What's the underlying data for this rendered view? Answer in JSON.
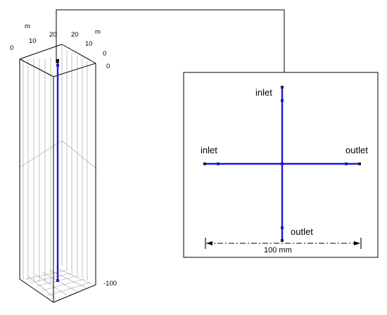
{
  "axes_3d": {
    "unit_x": "m",
    "unit_y": "m",
    "x_ticks": [
      "0",
      "10",
      "20"
    ],
    "y_ticks": [
      "20",
      "10",
      "0"
    ],
    "z_top_tick": "0",
    "z_bottom_tick": "-100"
  },
  "detail_view": {
    "labels": {
      "inlet_top": "inlet",
      "inlet_left": "inlet",
      "outlet_right": "outlet",
      "outlet_bottom": "outlet"
    },
    "dimension_label": "100 mm"
  },
  "colors": {
    "pipe": "#1a1ad6",
    "frame": "#000000",
    "grid": "#9a9a9a"
  }
}
